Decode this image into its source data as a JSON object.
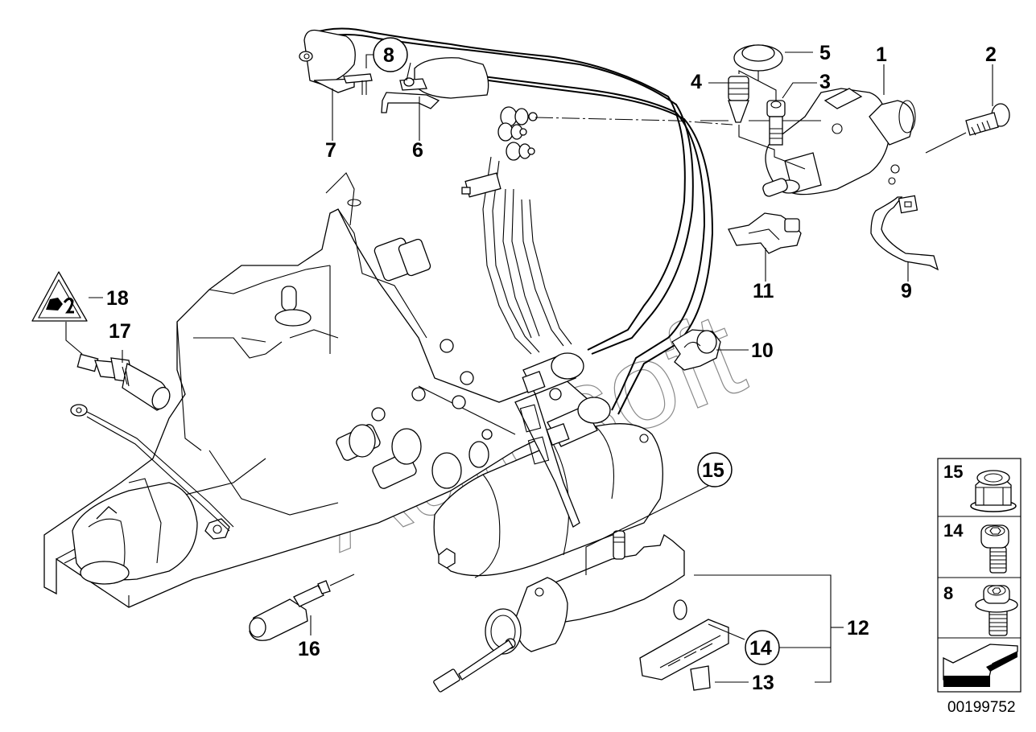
{
  "diagram": {
    "title": "Transmission hydraulic unit / clutch slave cylinder parts diagram",
    "watermark": "Autosoft",
    "image_number": "00199752",
    "callouts": [
      {
        "id": "1",
        "circled": false
      },
      {
        "id": "2",
        "circled": false
      },
      {
        "id": "3",
        "circled": false
      },
      {
        "id": "4",
        "circled": false
      },
      {
        "id": "5",
        "circled": false
      },
      {
        "id": "6",
        "circled": false
      },
      {
        "id": "7",
        "circled": false
      },
      {
        "id": "8",
        "circled": true
      },
      {
        "id": "9",
        "circled": false
      },
      {
        "id": "10",
        "circled": false
      },
      {
        "id": "11",
        "circled": false
      },
      {
        "id": "12",
        "circled": false
      },
      {
        "id": "13",
        "circled": false
      },
      {
        "id": "14",
        "circled": true
      },
      {
        "id": "15",
        "circled": true
      },
      {
        "id": "16",
        "circled": false
      },
      {
        "id": "17",
        "circled": false
      },
      {
        "id": "18",
        "circled": false
      }
    ],
    "legend": [
      {
        "id": "15",
        "part": "nut-icon"
      },
      {
        "id": "14",
        "part": "socket-head-bolt-icon"
      },
      {
        "id": "8",
        "part": "flange-bolt-icon"
      },
      {
        "id": "",
        "part": "direction-arrow-icon"
      }
    ]
  }
}
